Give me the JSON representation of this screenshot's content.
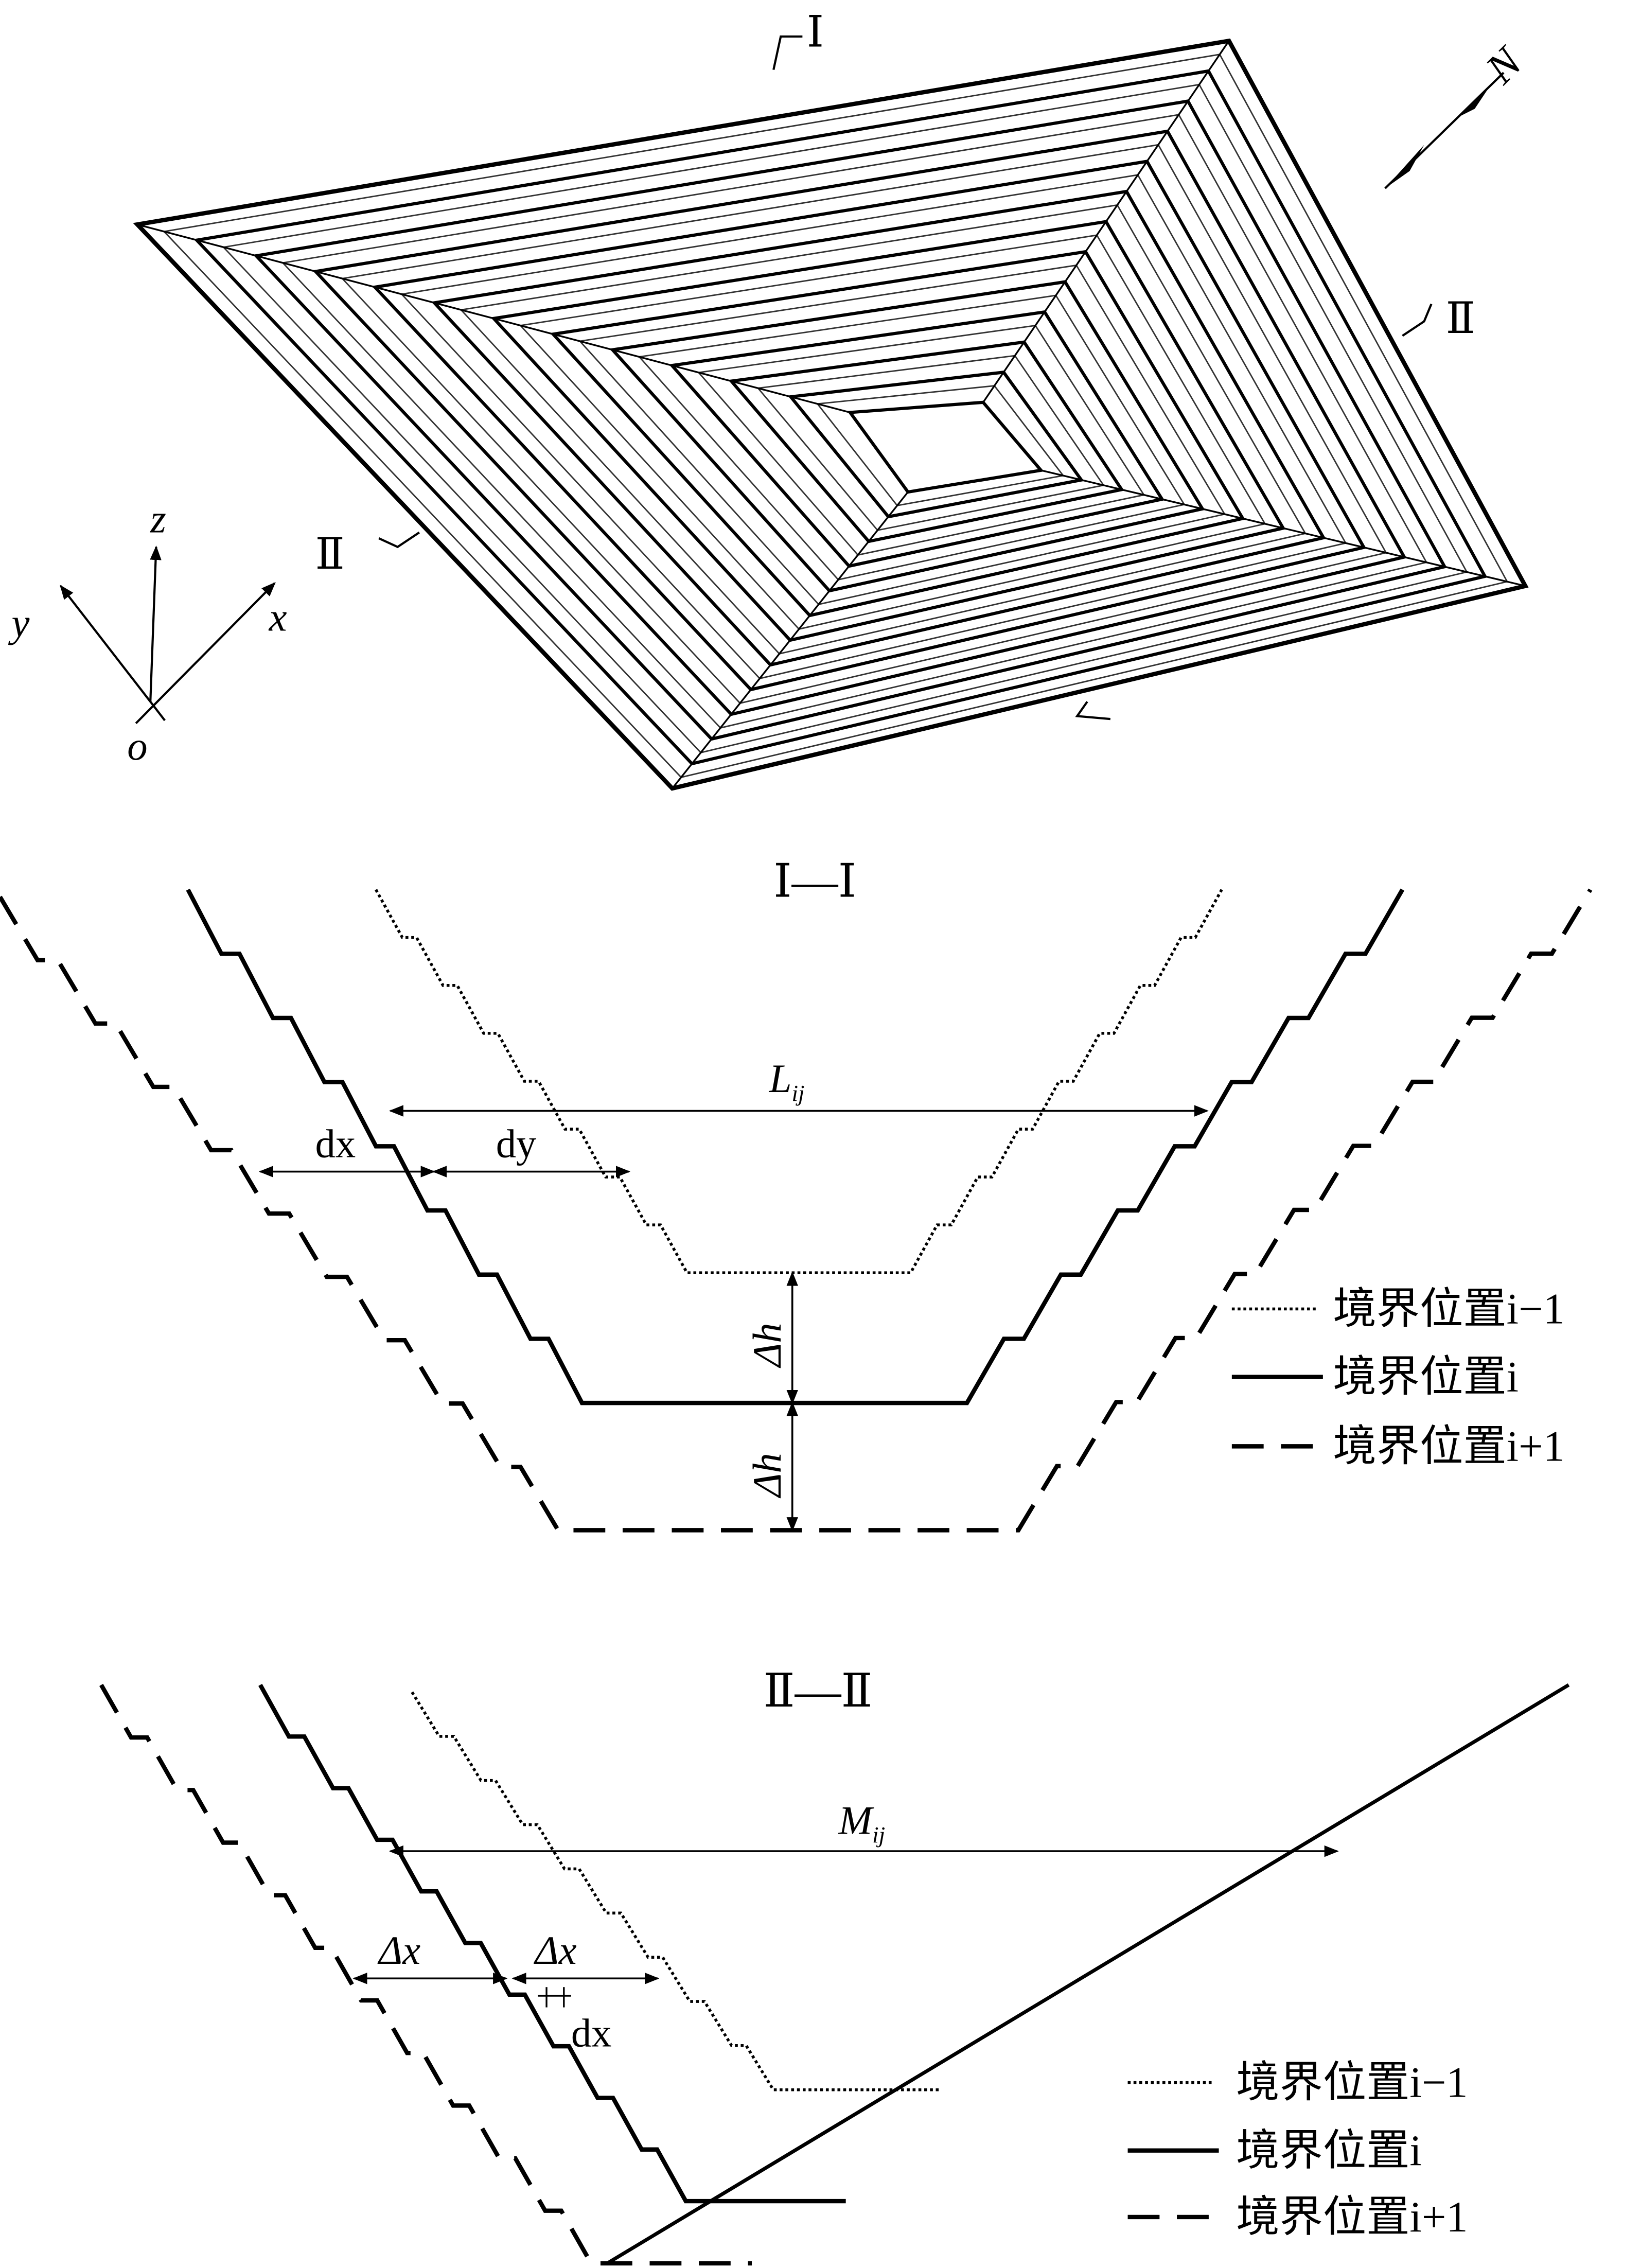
{
  "top_view": {
    "section_mark_1": "Ⅰ",
    "section_mark_2_right": "Ⅱ",
    "section_mark_2_left": "Ⅱ",
    "north_label": "N",
    "axes": {
      "z": "z",
      "y": "y",
      "x": "x",
      "origin": "o"
    },
    "ring_count": 12
  },
  "section_1": {
    "title": "Ⅰ—Ⅰ",
    "L_label": "L",
    "L_sub": "ij",
    "dx_label": "dx",
    "dy_label": "dy",
    "dh_label_1": "Δh",
    "dh_label_2": "Δh",
    "legend": [
      {
        "style": "dotted",
        "label": "境界位置i−1"
      },
      {
        "style": "solid",
        "label": "境界位置i"
      },
      {
        "style": "dashed",
        "label": "境界位置i+1"
      }
    ]
  },
  "section_2": {
    "title": "Ⅱ—Ⅱ",
    "M_label": "M",
    "M_sub": "ij",
    "delta_x_label_1": "Δx",
    "delta_x_label_2": "Δx",
    "dx_label": "dx",
    "legend": [
      {
        "style": "dotted",
        "label": "境界位置i−1"
      },
      {
        "style": "solid",
        "label": "境界位置i"
      },
      {
        "style": "dashed",
        "label": "境界位置i+1"
      }
    ]
  }
}
